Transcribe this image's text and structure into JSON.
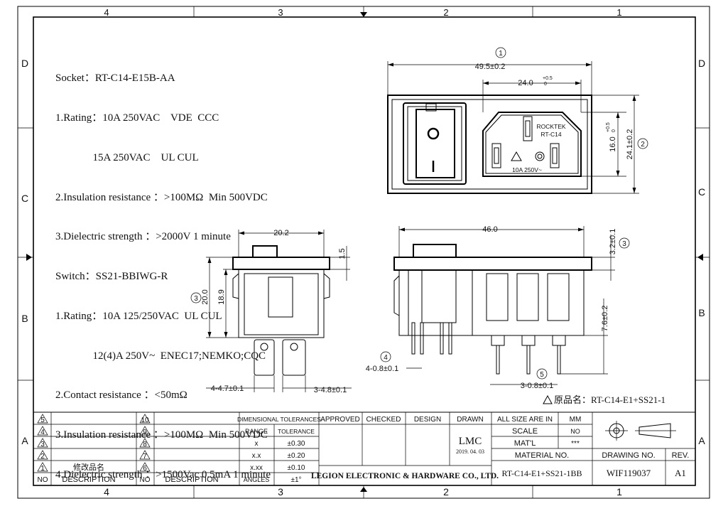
{
  "grid": {
    "top_cols": [
      "4",
      "3",
      "2",
      "1"
    ],
    "bottom_cols": [
      "4",
      "3",
      "2",
      "1"
    ],
    "left_rows": [
      "D",
      "C",
      "B",
      "A"
    ],
    "right_rows": [
      "D",
      "C",
      "B",
      "A"
    ]
  },
  "notes": [
    "Socket：RT-C14-E15B-AA",
    "1.Rating：10A 250VAC    VDE  CCC",
    "              15A 250VAC    UL CUL",
    "2.Insulation resistance ：>100MΩ  Min 500VDC",
    "3.Dielectric strength ：>2000V 1 minute",
    "Switch：SS21-BBIWG-R",
    "1.Rating：10A 125/250VAC  UL CUL",
    "              12(4)A 250V~  ENEC17;NEMKO;CQC",
    "2.Contact resistance ：<50mΩ",
    "3.Insulation resistance ：>100MΩ  Min 500VDC",
    "4.Dielectric strength ：>1500Vac 0.5mA 1 minute"
  ],
  "top_view": {
    "balloon_1": "1",
    "balloon_2": "2",
    "dim_width": "49.5±0.2",
    "dim_socket_width": "24.0",
    "dim_socket_width_tol": "+0.5",
    "dim_socket_width_tol2": "0",
    "dim_socket_height": "16.0",
    "dim_socket_height_tol": "+0.5",
    "dim_socket_height_tol2": "0",
    "dim_height": "24.1±0.2",
    "switch_on_mark": "O",
    "switch_off_mark": "I",
    "brand": "ROCKTEK",
    "model": "RT-C14",
    "rating_mark": "10A 250V~"
  },
  "side_view": {
    "dim_width": "20.2",
    "dim_top": "1.5",
    "dim_h1": "20.0",
    "dim_h2": "18.9",
    "balloon": "3",
    "tab_left": "4-4.7±0.1",
    "tab_right": "3-4.8±0.1"
  },
  "front_view": {
    "dim_width": "46.0",
    "dim_flange": "3.2±0.1",
    "balloon_3": "3",
    "dim_pin": "7.6±0.2",
    "balloon_4": "4",
    "pin_a": "4-0.8±0.1",
    "balloon_5": "5",
    "pin_b": "3-0.8±0.1"
  },
  "original_part": "原品名：RT-C14-E1+SS21-1",
  "title_block": {
    "revisions_left": [
      "5",
      "4",
      "3",
      "2",
      "1"
    ],
    "revisions_right": [
      "10",
      "9",
      "8",
      "7",
      "6"
    ],
    "rev1_desc": "修改品名",
    "col_no": "NO",
    "col_description": "DESCRIPTION",
    "dim_tol_title": "DIMENSIONAL TOLERANCES",
    "range_header": "RANGE",
    "tol_header": "TOLERANCE",
    "tolerances": [
      {
        "range": "x",
        "tol": "±0.30"
      },
      {
        "range": "x.x",
        "tol": "±0.20"
      },
      {
        "range": "x.xx",
        "tol": "±0.10"
      },
      {
        "range": "ANGLES",
        "tol": "±1°"
      }
    ],
    "approved": "APPROVED",
    "checked": "CHECKED",
    "design": "DESIGN",
    "drawn": "DRAWN",
    "drawn_by": "LMC",
    "drawn_date": "2019. 04. 03",
    "company": "LEGION ELECTRONIC & HARDWARE CO., LTD.",
    "all_size_label": "ALL SIZE ARE IN",
    "all_size_value": "MM",
    "scale_label": "SCALE",
    "scale_value": "NO",
    "material_label": "MAT'L",
    "material_value": "***",
    "material_no_label": "MATERIAL  NO.",
    "material_no": "RT-C14-E1+SS21-1BB",
    "drawing_no_label": "DRAWING  NO.",
    "rev_label": "REV.",
    "drawing_no": "WIF119037",
    "rev": "A1"
  }
}
